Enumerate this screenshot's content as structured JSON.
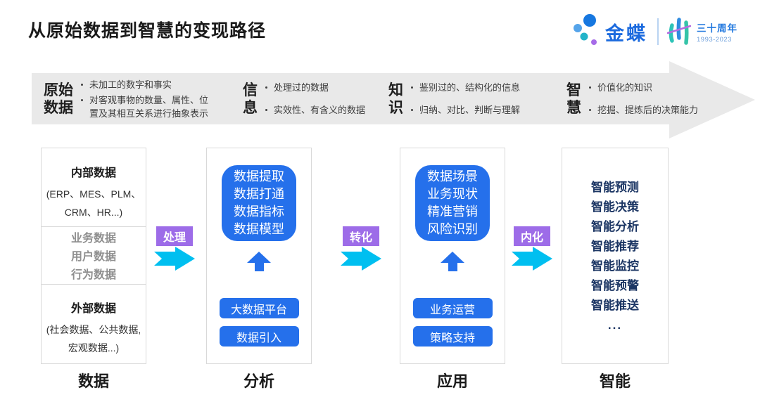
{
  "page": {
    "title": "从原始数据到智慧的变现路径"
  },
  "logo": {
    "brand": "金蝶",
    "anniversary": "三十周年",
    "years": "1993-2023"
  },
  "banner": {
    "stages": [
      {
        "line1": "原始",
        "line2": "数据",
        "bullets": [
          "未加工的数字和事实",
          "对客观事物的数量、属性、位置及其相互关系进行抽象表示"
        ]
      },
      {
        "line1": "信",
        "line2": "息",
        "bullets": [
          "处理过的数据",
          "实效性、有含义的数据"
        ]
      },
      {
        "line1": "知",
        "line2": "识",
        "bullets": [
          "鉴别过的、结构化的信息",
          "归纳、对比、判断与理解"
        ]
      },
      {
        "line1": "智",
        "line2": "慧",
        "bullets": [
          "价值化的知识",
          "挖掘、提炼后的决策能力"
        ]
      }
    ]
  },
  "connectors": [
    {
      "label": "处理"
    },
    {
      "label": "转化"
    },
    {
      "label": "内化"
    }
  ],
  "columns": {
    "data": {
      "internal_title": "内部数据",
      "internal_sub1": "(ERP、MES、PLM、",
      "internal_sub2": "CRM、HR...)",
      "middle": [
        "业务数据",
        "用户数据",
        "行为数据"
      ],
      "external_title": "外部数据",
      "external_sub1": "(社会数据、公共数据,",
      "external_sub2": "宏观数据...)",
      "footer": "数据"
    },
    "analysis": {
      "core": [
        "数据提取",
        "数据打通",
        "数据指标",
        "数据模型"
      ],
      "buttons": [
        "大数据平台",
        "数据引入"
      ],
      "footer": "分析"
    },
    "application": {
      "core": [
        "数据场景",
        "业务现状",
        "精准营销",
        "风险识别"
      ],
      "buttons": [
        "业务运营",
        "策略支持"
      ],
      "footer": "应用"
    },
    "intelligence": {
      "items": [
        "智能预测",
        "智能决策",
        "智能分析",
        "智能推荐",
        "智能监控",
        "智能预警",
        "智能推送"
      ],
      "more": "...",
      "footer": "智能"
    }
  },
  "colors": {
    "accent_blue": "#2570EB",
    "cyan_arrow": "#00BFF0",
    "purple_label": "#9D6CE8",
    "navy_text": "#1C3664",
    "banner_gray": "#E9E9E9",
    "kingdee_blue": "#1B6ADE"
  }
}
